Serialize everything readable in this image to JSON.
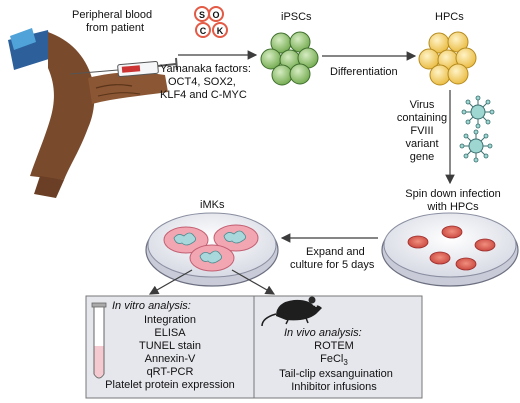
{
  "colors": {
    "ipsc": "#8fbf69",
    "ipsc_stroke": "#3f6e2e",
    "hpc": "#f6d77a",
    "hpc_stroke": "#b58b1f",
    "factor": "#e35a45",
    "virus": "#9ed6d2",
    "virus_stroke": "#3b6f6e",
    "dish_fill": "#e9ebf2",
    "dish_stroke": "#6c6f80",
    "cell_red": "#dc5a5a",
    "imk_pink": "#f2a6b2",
    "imk_teal": "#a9d8dc",
    "panel_fill": "#e6e7ec",
    "arrow": "#3c3c3c",
    "sleeve": "#2d5f9a",
    "skin": "#7a4a2c"
  },
  "labels": {
    "blood_line1": "Peripheral blood",
    "blood_line2": "from patient",
    "yamanaka_line1": "Yamanaka factors:",
    "yamanaka_line2": "OCT4, SOX2,",
    "yamanaka_line3": "KLF4 and C-MYC",
    "factor_s": "S",
    "factor_o": "O",
    "factor_c": "C",
    "factor_k": "K",
    "ipscs": "iPSCs",
    "differentiation": "Differentiation",
    "hpcs": "HPCs",
    "virus_line1": "Virus",
    "virus_line2": "containing",
    "virus_line3": "FVIII",
    "virus_line4": "variant",
    "virus_line5": "gene",
    "spin_line1": "Spin down infection",
    "spin_line2": "with HPCs",
    "expand_line1": "Expand and",
    "expand_line2": "culture for 5 days",
    "imks": "iMKs"
  },
  "in_vitro": {
    "title": "In vitro analysis:",
    "items": [
      "Integration",
      "ELISA",
      "TUNEL stain",
      "Annexin-V",
      "qRT-PCR",
      "Platelet protein expression"
    ]
  },
  "in_vivo": {
    "title": "In vivo analysis:",
    "item1": "ROTEM",
    "item2_base": "FeCl",
    "item2_sub": "3",
    "item3": "Tail-clip exsanguination",
    "item4": "Inhibitor infusions"
  }
}
